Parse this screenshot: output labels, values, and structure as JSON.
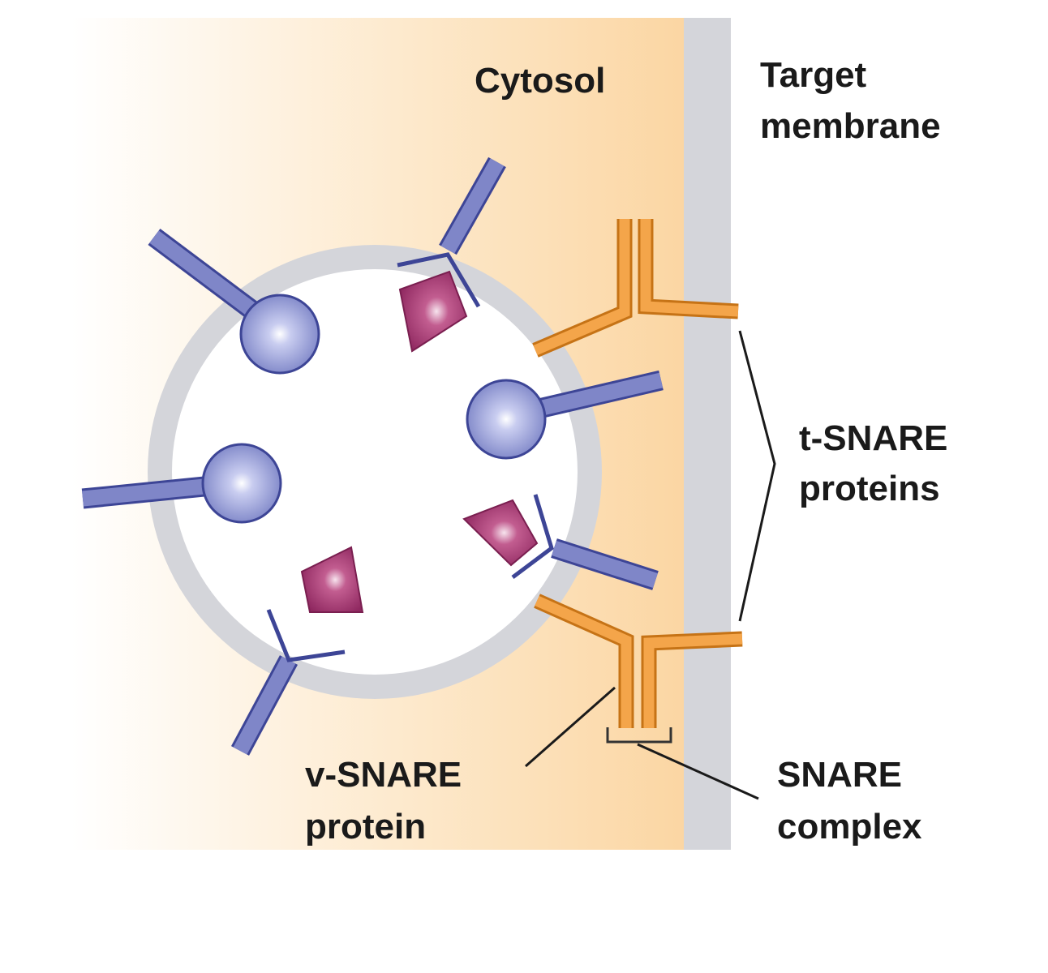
{
  "labels": {
    "cytosol": "Cytosol",
    "target_membrane_line1": "Target",
    "target_membrane_line2": "membrane",
    "t_snare_line1": "t-SNARE",
    "t_snare_line2": "proteins",
    "v_snare_line1": "v-SNARE",
    "v_snare_line2": "protein",
    "snare_complex_line1": "SNARE",
    "snare_complex_line2": "complex"
  },
  "colors": {
    "cytosol_gradient_start": "#ffffff",
    "cytosol_gradient_end": "#fbd9a8",
    "membrane": "#d4d5da",
    "vesicle_lumen": "#ffffff",
    "receptor_blue": "#7f86c8",
    "receptor_blue_dark": "#3d4596",
    "cargo_magenta": "#a3326c",
    "snare_orange": "#f4a54a",
    "snare_orange_dark": "#c67316",
    "label_text": "#1a1a1a"
  }
}
